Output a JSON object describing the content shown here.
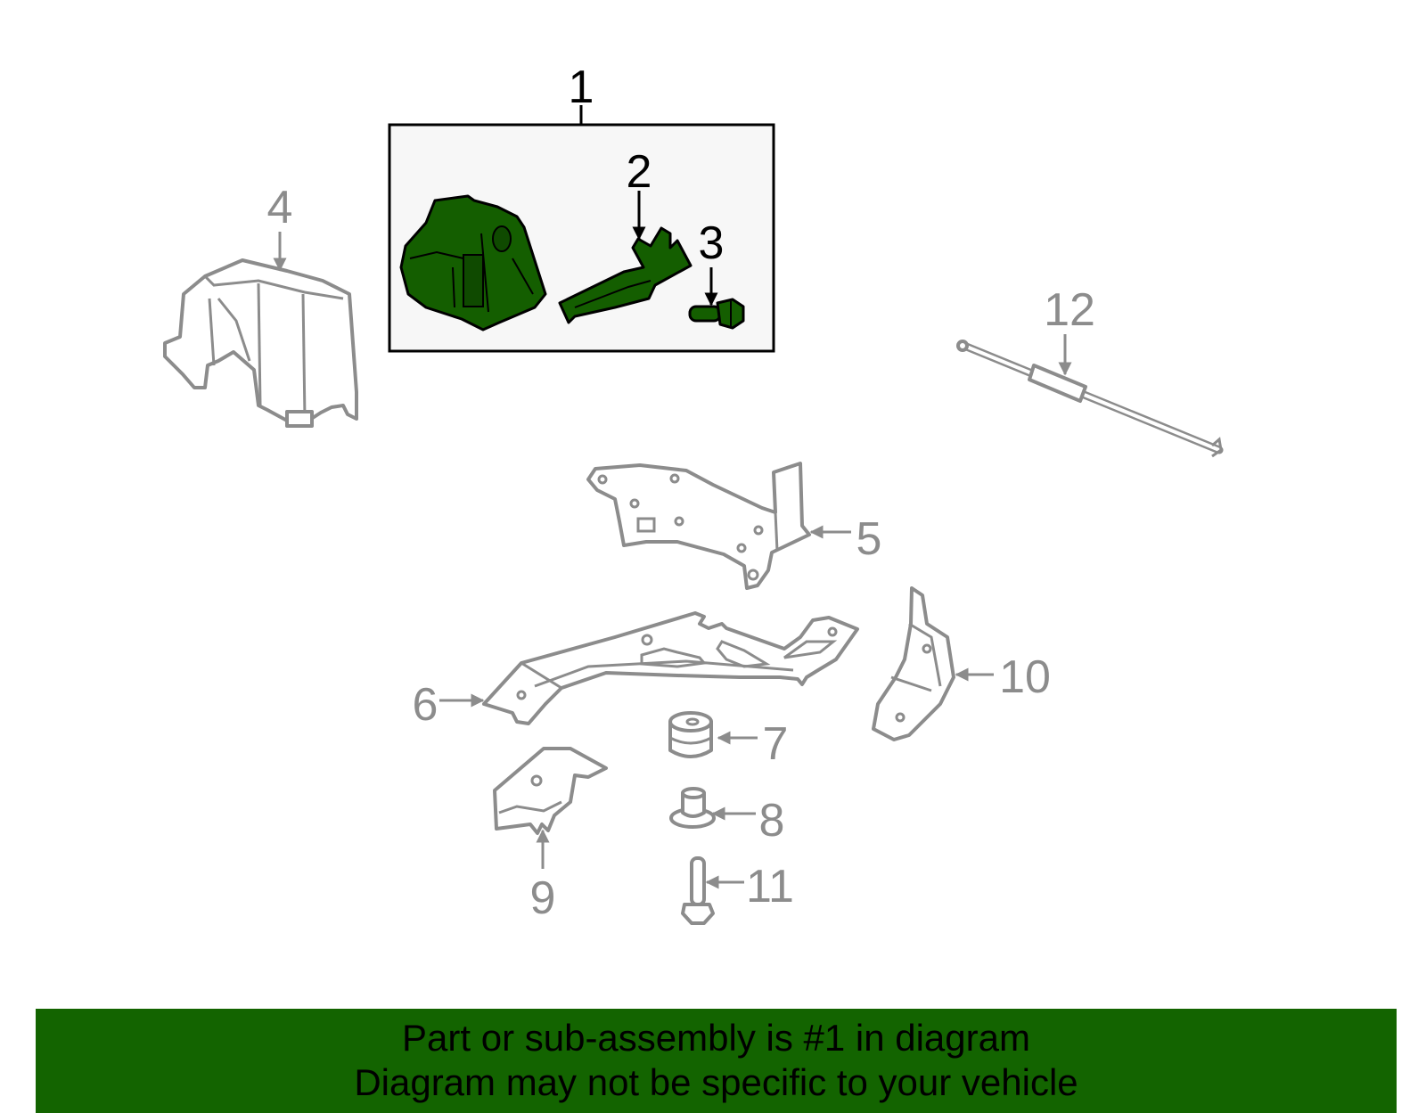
{
  "callouts": {
    "c1": "1",
    "c2": "2",
    "c3": "3",
    "c4": "4",
    "c5": "5",
    "c6": "6",
    "c7": "7",
    "c8": "8",
    "c9": "9",
    "c10": "10",
    "c11": "11",
    "c12": "12"
  },
  "banner": {
    "line1": "Part or sub-assembly is #1 in diagram",
    "line2": "Diagram may not be specific to your vehicle"
  },
  "colors": {
    "selected_part": "#145e00",
    "banner": "#136400",
    "unselected_part": "#8c8c8c"
  }
}
